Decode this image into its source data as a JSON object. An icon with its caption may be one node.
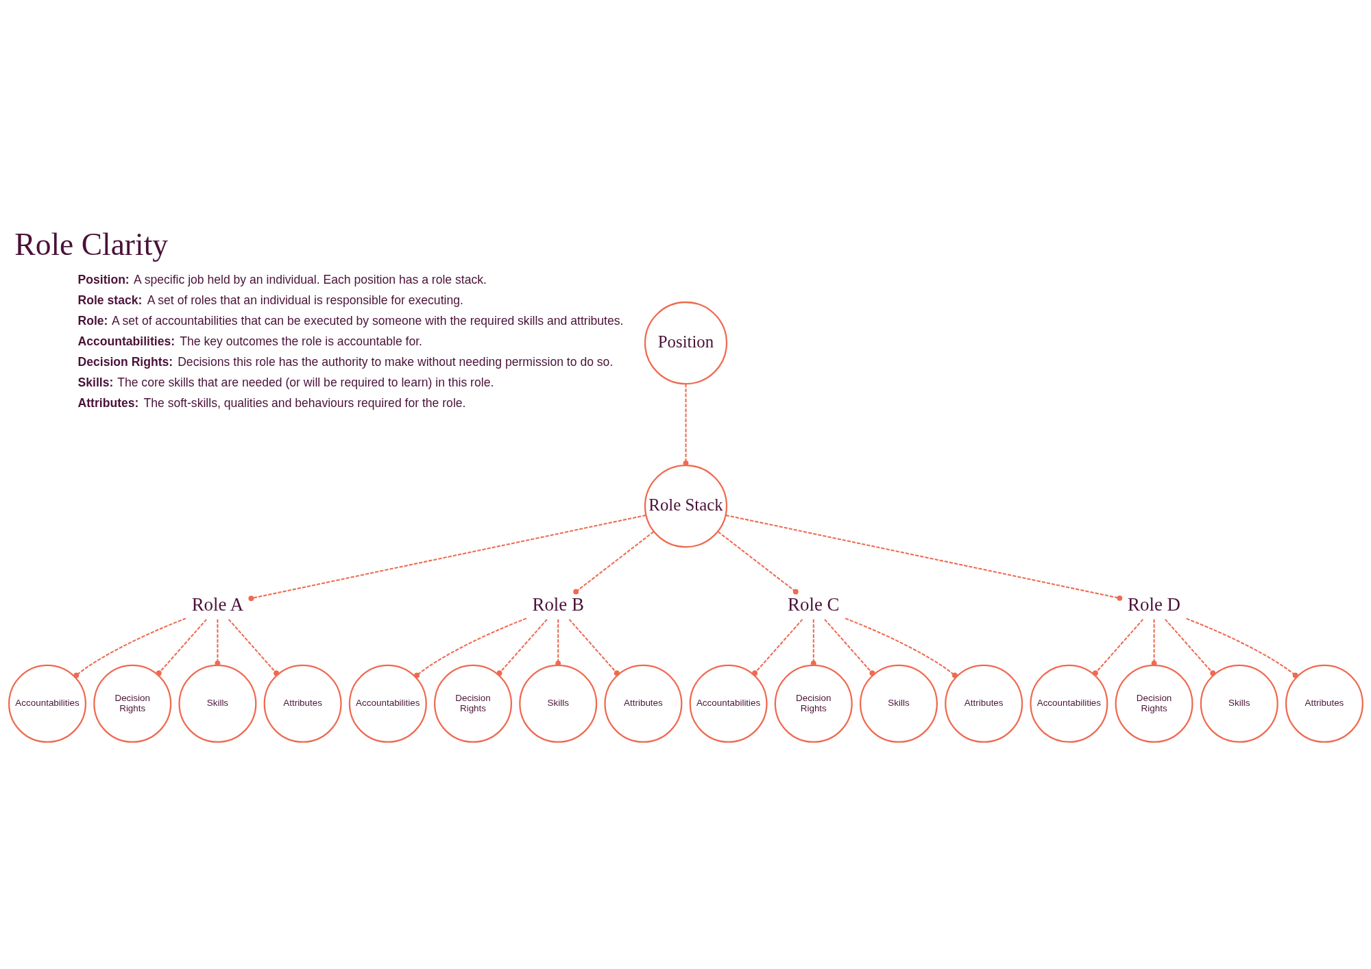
{
  "diagram": {
    "title": "Role Clarity",
    "nodes": [
      {
        "text": [
          "Position"
        ]
      },
      {
        "text": [
          "Role Stack"
        ]
      },
      {
        "text": [
          "Role A"
        ]
      },
      {
        "text": [
          "Role B"
        ]
      },
      {
        "text": [
          "Role C"
        ]
      },
      {
        "text": [
          "Role D"
        ]
      },
      {
        "text": [
          "Accountabilities"
        ]
      },
      {
        "text": [
          "Decision Rights"
        ]
      },
      {
        "text": [
          "Skills"
        ]
      },
      {
        "text": [
          "Attributes"
        ]
      },
      {
        "text": [
          "Accountabilities"
        ]
      },
      {
        "text": [
          "Decision Rights"
        ]
      },
      {
        "text": [
          "Skills"
        ]
      },
      {
        "text": [
          "Attributes"
        ]
      },
      {
        "text": [
          "Accountabilities"
        ]
      },
      {
        "text": [
          "Decision Rights"
        ]
      },
      {
        "text": [
          "Skills"
        ]
      },
      {
        "text": [
          "Attributes"
        ]
      },
      {
        "text": [
          "Accountabilities"
        ]
      },
      {
        "text": [
          "Decision Rights"
        ]
      },
      {
        "text": [
          "Skills"
        ]
      },
      {
        "text": [
          "Attributes"
        ]
      }
    ],
    "edges": [
      {
        "from": 0,
        "to": 1,
        "arrow": "other",
        "style": "dashed"
      },
      {
        "from": 1,
        "to": 2,
        "arrow": "other",
        "style": "dashed"
      },
      {
        "from": 1,
        "to": 3,
        "arrow": "other",
        "style": "dashed"
      },
      {
        "from": 1,
        "to": 4,
        "arrow": "other",
        "style": "dashed"
      },
      {
        "from": 1,
        "to": 5,
        "arrow": "other",
        "style": "dashed"
      },
      {
        "from": 2,
        "to": 6,
        "arrow": "other",
        "style": "dashed"
      },
      {
        "from": 2,
        "to": 7,
        "arrow": "other",
        "style": "dashed"
      },
      {
        "from": 2,
        "to": 8,
        "arrow": "other",
        "style": "dashed"
      },
      {
        "from": 2,
        "to": 9,
        "arrow": "other",
        "style": "dashed"
      },
      {
        "from": 3,
        "to": 10,
        "arrow": "other",
        "style": "dashed"
      },
      {
        "from": 3,
        "to": 11,
        "arrow": "other",
        "style": "dashed"
      },
      {
        "from": 3,
        "to": 12,
        "arrow": "other",
        "style": "dashed"
      },
      {
        "from": 3,
        "to": 13,
        "arrow": "other",
        "style": "dashed"
      },
      {
        "from": 4,
        "to": 14,
        "arrow": "other",
        "style": "dashed"
      },
      {
        "from": 4,
        "to": 15,
        "arrow": "other",
        "style": "dashed"
      },
      {
        "from": 4,
        "to": 16,
        "arrow": "other",
        "style": "dashed"
      },
      {
        "from": 4,
        "to": 17,
        "arrow": "other",
        "style": "dashed"
      },
      {
        "from": 5,
        "to": 18,
        "arrow": "other",
        "style": "dashed"
      },
      {
        "from": 5,
        "to": 19,
        "arrow": "other",
        "style": "dashed"
      },
      {
        "from": 5,
        "to": 20,
        "arrow": "other",
        "style": "dashed"
      },
      {
        "from": 5,
        "to": 21,
        "arrow": "other",
        "style": "dashed"
      }
    ],
    "labels": [
      "**Position:** A specific job held by an individual. Each position has a role stack.",
      "**Role stack:** A set of roles that an individual is responsible for executing.",
      "**Role:** A set of accountabilities that can be executed by someone with the required skills and attributes.",
      "**Accountabilities:** The key outcomes the role is accountable for.",
      "**Decision Rights:** Decisions this role has the authority to make without needing permission to do so.",
      "**Skills:** The core skills that are needed (or will be required to learn) in this role.",
      "**Attributes:** The soft-skills, qualities and behaviours required for the role."
    ]
  }
}
